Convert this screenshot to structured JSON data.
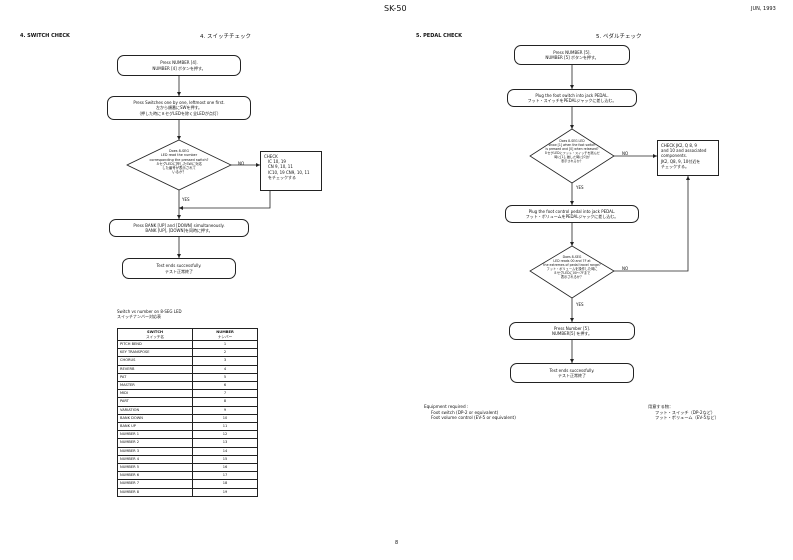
{
  "header": {
    "title": "SK-50",
    "date": "JUN, 1993"
  },
  "page_number": "8",
  "switch_check": {
    "title": "4. SWITCH CHECK",
    "title_jp": "4. スイッチチェック",
    "step1": [
      "Press NUMBER [4].",
      "NUMBER [4] ボタンを押す。"
    ],
    "step2": [
      "Press Switches one by one, leftmost one first.",
      "左から順番にSWを押す。",
      "（押した時に８セグLEDを除く全LEDが点灯）"
    ],
    "decision": [
      "Does 8-SEG",
      "LED read the number",
      "corresponding the pressed switch?",
      "８セグLEDに押したSWに対応",
      "した番号が表示されて",
      "いるか？"
    ],
    "no_label": "NO",
    "yes_label": "YES",
    "check": [
      "CHECK",
      "IC 10, 19",
      "CN 9, 10, 11",
      "IC10, 19 CN9, 10, 11",
      "をチェックする"
    ],
    "step3": [
      "Press BANK [UP] and [DOWN] simultaneously.",
      "BANK [UP], [DOWN]を同時に押す。"
    ],
    "end": [
      "Test ends successfully.",
      "テスト正常終了"
    ]
  },
  "switch_table": {
    "caption": [
      "Switch vs number on 8-SEG LED",
      "スイッチナンバー対応表"
    ],
    "headers": [
      [
        "SWITCH",
        "スイッチ名"
      ],
      [
        "NUMBER",
        "ナンバー"
      ]
    ],
    "rows": [
      [
        "PITCH BEND",
        "1"
      ],
      [
        "KEY TRANSPOSE",
        "2"
      ],
      [
        "CHORUS",
        "3"
      ],
      [
        "REVERB",
        "4"
      ],
      [
        "PAT",
        "5"
      ],
      [
        "MASTER",
        "6"
      ],
      [
        "MIDI",
        "7"
      ],
      [
        "PART",
        "8"
      ],
      [
        "VARIATION",
        "9"
      ],
      [
        "BANK DOWN",
        "10"
      ],
      [
        "BANK UP",
        "11"
      ],
      [
        "NUMBER 1",
        "12"
      ],
      [
        "NUMBER 2",
        "13"
      ],
      [
        "NUMBER 3",
        "14"
      ],
      [
        "NUMBER 4",
        "15"
      ],
      [
        "NUMBER 5",
        "16"
      ],
      [
        "NUMBER 6",
        "17"
      ],
      [
        "NUMBER 7",
        "18"
      ],
      [
        "NUMBER 8",
        "19"
      ]
    ]
  },
  "pedal_check": {
    "title": "5. PEDAL CHECK",
    "title_jp": "5. ペダルチェック",
    "step1": [
      "Press NUMBER [5].",
      "NUMBER [5] ボタンを押す。"
    ],
    "step2": [
      "Plug the foot switch into jack PEDAL.",
      "フット・スイッチをPEDALジャックに差し込む。"
    ],
    "decision1": [
      "Does 8-SEG LED",
      "show [1] when the foot switch",
      "is pressed and [0] when released?",
      "８セグLEDにフット・スイッチを踏んだ",
      "時に[1], 離した時に[0]が",
      "表示されるか？"
    ],
    "no_label1": "NO",
    "yes_label1": "YES",
    "check": [
      "CHECK JK2, Q 8, 9",
      "and 10 and associated",
      "components.",
      "JK2, Q8, 9, 10付近を",
      "チェックする。"
    ],
    "step3": [
      "Plug the foot control pedal into jack PEDAL.",
      "フット・ボリュームをPEDALジャックに差し込む。"
    ],
    "decision2": [
      "Does 8-SEG",
      "LED reads 00 and 7F at",
      "the extremes of pedal travel range?",
      "フット・ボリュームを操作した時に",
      "８セグLEDに00〜7Fまで",
      "表示されるか？"
    ],
    "no_label2": "NO",
    "yes_label2": "YES",
    "step4": [
      "Press Number [5].",
      "NUMBER[5] を押す。"
    ],
    "end": [
      "Test ends successfully.",
      "テスト正常終了"
    ]
  },
  "equipment": {
    "en": [
      "Equipment required :",
      "Foot switch (DP-2 or equivalent)",
      "Foot volume control (EV-5 or equivalent)"
    ],
    "jp": [
      "用意する物：",
      "フット・スイッチ（DP-2など）",
      "フット・ボリューム（EV-5など）"
    ]
  }
}
